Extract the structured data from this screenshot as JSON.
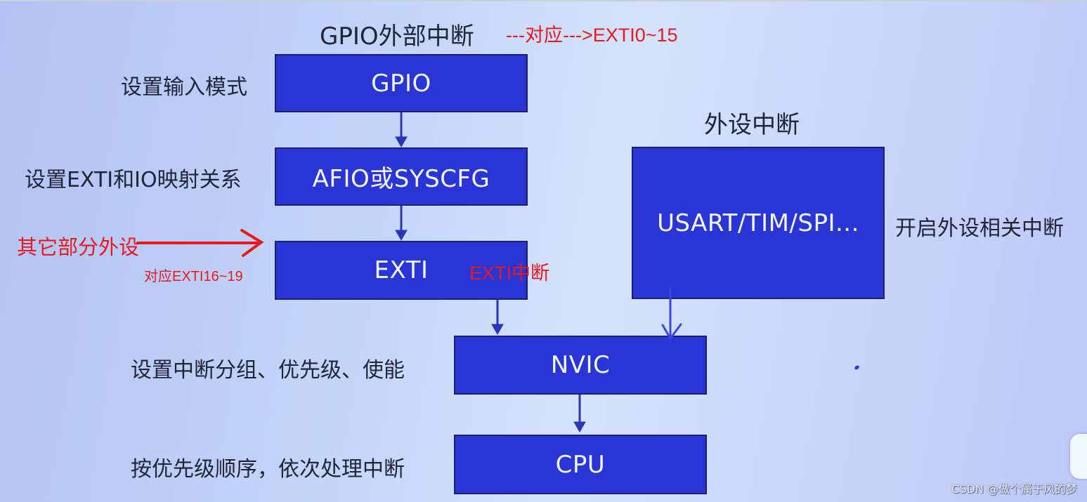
{
  "diagram": {
    "left_column_title": "GPIO外部中断",
    "right_column_title": "外设中断",
    "boxes": {
      "gpio": "GPIO",
      "afio": "AFIO或SYSCFG",
      "exti": "EXTI",
      "peripheral": "USART/TIM/SPI...",
      "nvic": "NVIC",
      "cpu": "CPU"
    },
    "step_labels": {
      "gpio": "设置输入模式",
      "afio": "设置EXTI和IO映射关系",
      "peripheral": "开启外设相关中断",
      "nvic": "设置中断分组、优先级、使能",
      "cpu": "按优先级顺序，依次处理中断"
    },
    "annotations": {
      "gpio_mapping": "---对应--->EXTI0~15",
      "other_peripherals": "其它部分外设",
      "other_mapping": "对应EXTI16~19",
      "exti_interrupt": "EXTI中断"
    },
    "colors": {
      "box_fill": "#2a35d6",
      "box_border": "#1a1f6e",
      "annotation_red": "#e8191f",
      "hand_arrow_blue": "#3a48d8"
    }
  },
  "watermark": "CSDN @做个属于风的梦"
}
